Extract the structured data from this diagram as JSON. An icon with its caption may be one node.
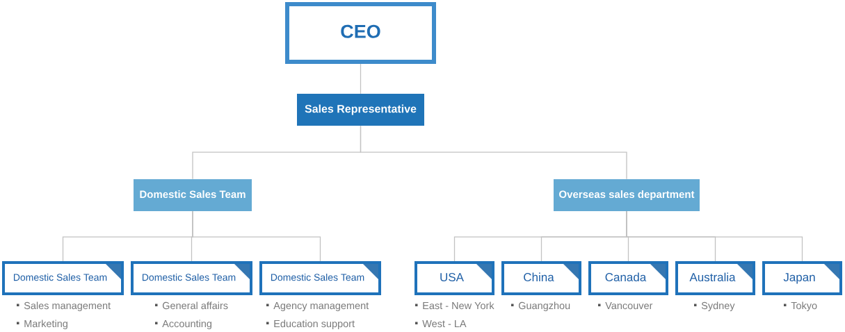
{
  "diagram": {
    "nodes": [
      {
        "text": [
          "CEO"
        ]
      },
      {
        "text": [
          "Sales Representative"
        ]
      },
      {
        "text": [
          "Domestic Sales Team"
        ]
      },
      {
        "text": [
          "Overseas sales department"
        ]
      },
      {
        "text": [
          "Domestic Sales Team"
        ],
        "beside": [
          "Sales management",
          "Marketing"
        ]
      },
      {
        "text": [
          "Domestic Sales Team"
        ],
        "beside": [
          "General affairs",
          "Accounting"
        ]
      },
      {
        "text": [
          "Domestic Sales Team"
        ],
        "beside": [
          "Agency management",
          "Education support"
        ]
      },
      {
        "text": [
          "USA"
        ],
        "beside": [
          "East - New York",
          "West - LA"
        ]
      },
      {
        "text": [
          "China"
        ],
        "beside": [
          "Guangzhou"
        ]
      },
      {
        "text": [
          "Canada"
        ],
        "beside": [
          "Vancouver"
        ]
      },
      {
        "text": [
          "Australia"
        ],
        "beside": [
          "Sydney"
        ]
      },
      {
        "text": [
          "Japan"
        ],
        "beside": [
          "Tokyo"
        ]
      }
    ],
    "edges": [
      {
        "from": 0,
        "to": 1,
        "arrow": "none"
      },
      {
        "from": 1,
        "to": 2,
        "arrow": "none"
      },
      {
        "from": 1,
        "to": 3,
        "arrow": "none"
      },
      {
        "from": 2,
        "to": 4,
        "arrow": "none"
      },
      {
        "from": 2,
        "to": 5,
        "arrow": "none"
      },
      {
        "from": 2,
        "to": 6,
        "arrow": "none"
      },
      {
        "from": 3,
        "to": 7,
        "arrow": "none"
      },
      {
        "from": 3,
        "to": 8,
        "arrow": "none"
      },
      {
        "from": 3,
        "to": 9,
        "arrow": "none"
      },
      {
        "from": 3,
        "to": 10,
        "arrow": "none"
      },
      {
        "from": 3,
        "to": 11,
        "arrow": "none"
      }
    ]
  }
}
